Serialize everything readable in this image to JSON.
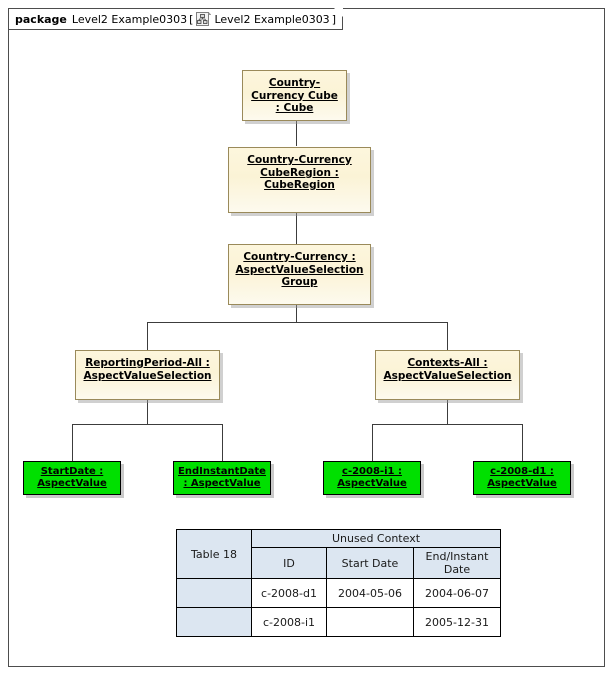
{
  "package": {
    "keyword": "package",
    "name": "Level2 Example0303",
    "bracket_open": "[",
    "bracket_close": "]",
    "diagram_name": "Level2 Example0303",
    "icon": "diagram-icon"
  },
  "nodes": {
    "cube": {
      "label": "Country-\nCurrency Cube\n: Cube"
    },
    "cube_region": {
      "label": "Country-Currency\nCubeRegion :\nCubeRegion"
    },
    "avs_group": {
      "label": "Country-Currency :\nAspectValueSelection\nGroup"
    },
    "reporting_period": {
      "label": "ReportingPeriod-All :\nAspectValueSelection"
    },
    "contexts_all": {
      "label": "Contexts-All :\nAspectValueSelection"
    },
    "start_date": {
      "label": "StartDate :\nAspectValue"
    },
    "end_instant_date": {
      "label": "EndInstantDate\n: AspectValue"
    },
    "c_2008_i1": {
      "label": "c-2008-i1 :\nAspectValue"
    },
    "c_2008_d1": {
      "label": "c-2008-d1 :\nAspectValue"
    }
  },
  "table": {
    "row_label": "Table 18",
    "group_header": "Unused Context",
    "columns": [
      "ID",
      "Start Date",
      "End/Instant Date"
    ],
    "rows": [
      {
        "label": "",
        "id": "c-2008-d1",
        "start_date": "2004-05-06",
        "end_instant_date": "2004-06-07"
      },
      {
        "label": "",
        "id": "c-2008-i1",
        "start_date": "",
        "end_instant_date": "2005-12-31"
      }
    ]
  },
  "colors": {
    "classifier_fill": "#fdf6dd",
    "classifier_border": "#9a8a5a",
    "value_fill": "#00e000",
    "value_border": "#000000",
    "table_header_fill": "#dce6f1",
    "frame_border": "#4d4d4d",
    "connector": "#3c3c3c"
  }
}
